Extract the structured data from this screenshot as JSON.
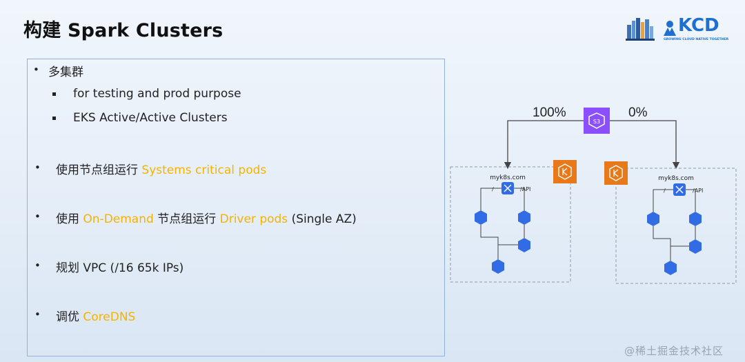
{
  "slide": {
    "title": "构建 Spark Clusters"
  },
  "logos": {
    "kcd_text": "KCD",
    "kcd_sub": "GROWING CLOUD NATIVE TOGETHER"
  },
  "bullets": {
    "b1": "多集群",
    "b1_sub1": "for testing and prod purpose",
    "b1_sub2": "EKS Active/Active Clusters",
    "b2_pre": "使用节点组运行 ",
    "b2_hl": "Systems critical pods",
    "b3_pre": "使用 ",
    "b3_hl1": "On-Demand",
    "b3_mid": " 节点组运行 ",
    "b3_hl2": "Driver pods",
    "b3_post": " (Single AZ)",
    "b4": "规划 VPC (/16 65k IPs)",
    "b5_pre": "调优 ",
    "b5_hl": "CoreDNS"
  },
  "diagram": {
    "left_percent": "100%",
    "right_percent": "0%",
    "s3_label": "S3",
    "left_cluster_domain": "myk8s.com",
    "right_cluster_domain": "myk8s.com",
    "slash_label": "/",
    "api_label": "/API"
  },
  "watermark": "@稀土掘金技术社区",
  "colors": {
    "highlight": "#f5b300",
    "k8s_blue": "#326ce5",
    "eks_orange": "#e8791b",
    "s3_purple": "#8c4fff"
  }
}
